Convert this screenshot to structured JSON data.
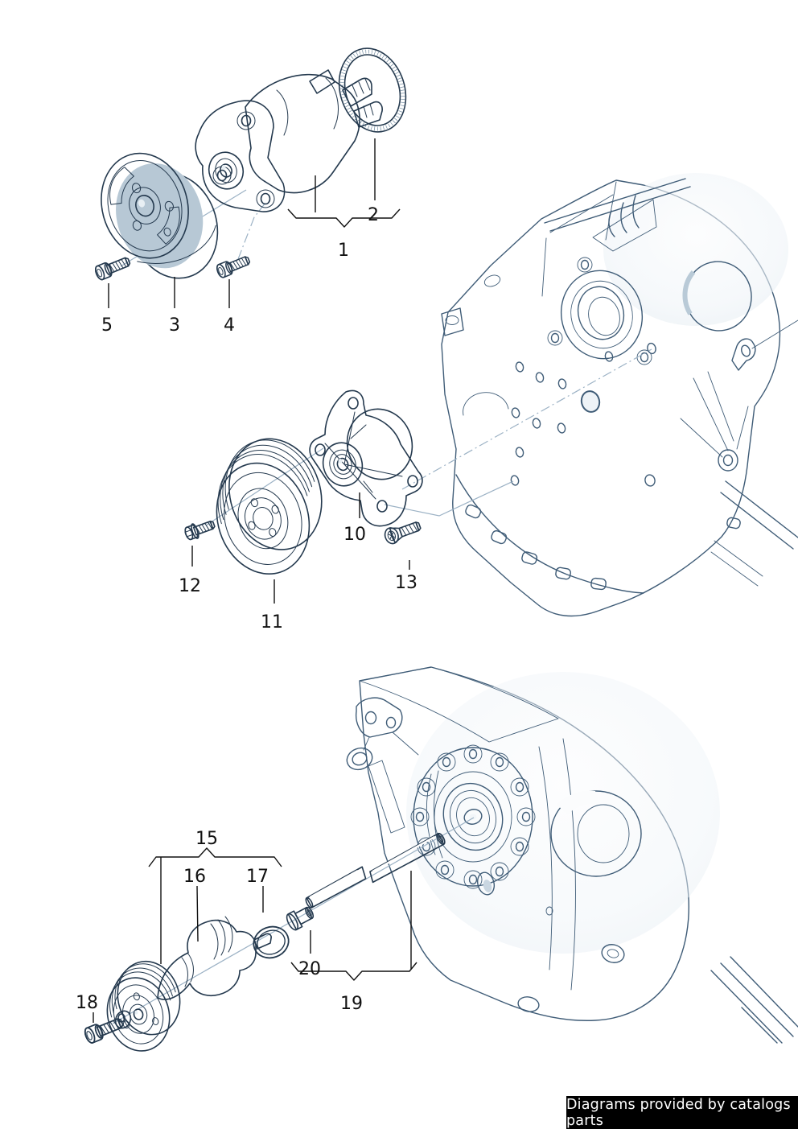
{
  "banner": {
    "text": "Diagrams provided by catalogs parts"
  },
  "labels": {
    "p1": "1",
    "p2": "2",
    "p3": "3",
    "p4": "4",
    "p5": "5",
    "p10": "10",
    "p11": "11",
    "p12": "12",
    "p13": "13",
    "p15": "15",
    "p16": "16",
    "p17": "17",
    "p18": "18",
    "p19": "19",
    "p20": "20"
  },
  "colors": {
    "part_outline": "#24394e",
    "block_outline": "#3f5c77",
    "fill_light": "#e9eff4",
    "fill_mid": "#b7c8d5",
    "fill_dark": "#8fa9bc",
    "bore_dark": "#54728c",
    "leader_blue": "#9cb2c5",
    "label_color": "#111111",
    "banner_bg": "#000000",
    "banner_fg": "#ffffff"
  }
}
